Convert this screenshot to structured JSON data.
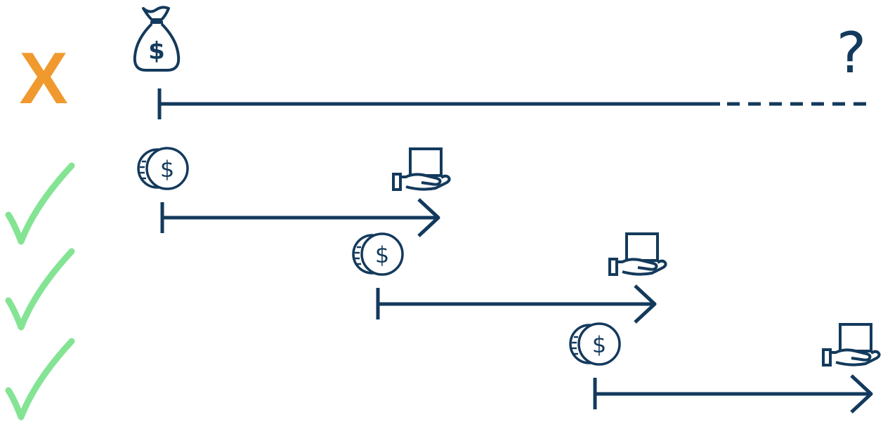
{
  "colors": {
    "ink": "#133a5c",
    "cross": "#f0992e",
    "check": "#84e494",
    "background": "#ffffff"
  },
  "rows": [
    {
      "status_icon": "cross-icon",
      "status_text": "X",
      "start_icon": "money-bag-icon",
      "start_symbol": "$",
      "line_style": "solid-then-dashed",
      "end_icon": "question-mark",
      "end_text": "?"
    },
    {
      "status_icon": "checkmark-icon",
      "start_icon": "coins-icon",
      "start_symbol": "$",
      "line_style": "arrow",
      "end_icon": "hand-with-box-icon"
    },
    {
      "status_icon": "checkmark-icon",
      "start_icon": "coins-icon",
      "start_symbol": "$",
      "line_style": "arrow",
      "end_icon": "hand-with-box-icon"
    },
    {
      "status_icon": "checkmark-icon",
      "start_icon": "coins-icon",
      "start_symbol": "$",
      "line_style": "arrow",
      "end_icon": "hand-with-box-icon"
    }
  ]
}
